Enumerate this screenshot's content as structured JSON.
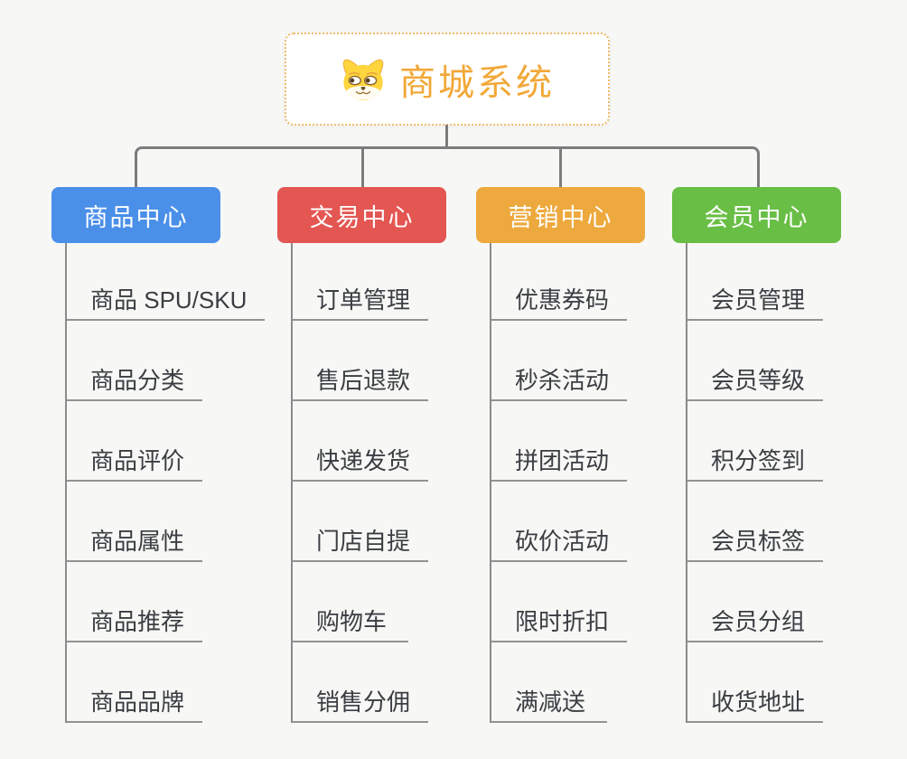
{
  "root": {
    "title": "商城系统",
    "icon": "doge-icon"
  },
  "branches": [
    {
      "label": "商品中心",
      "color": "#4a8fe8",
      "children": [
        "商品 SPU/SKU",
        "商品分类",
        "商品评价",
        "商品属性",
        "商品推荐",
        "商品品牌"
      ]
    },
    {
      "label": "交易中心",
      "color": "#e35652",
      "children": [
        "订单管理",
        "售后退款",
        "快递发货",
        "门店自提",
        "购物车",
        "销售分佣"
      ]
    },
    {
      "label": "营销中心",
      "color": "#eda93d",
      "children": [
        "优惠券码",
        "秒杀活动",
        "拼团活动",
        "砍价活动",
        "限时折扣",
        "满减送"
      ]
    },
    {
      "label": "会员中心",
      "color": "#69be45",
      "children": [
        "会员管理",
        "会员等级",
        "积分签到",
        "会员标签",
        "会员分组",
        "收货地址"
      ]
    }
  ],
  "colors": {
    "background": "#f7f7f5",
    "connector": "#7c7c7c",
    "child_rail": "#8b8b8b",
    "child_underline": "#939393",
    "root_border": "#f0ba6b",
    "root_title": "#f2a838",
    "child_text": "#3a3e42"
  }
}
